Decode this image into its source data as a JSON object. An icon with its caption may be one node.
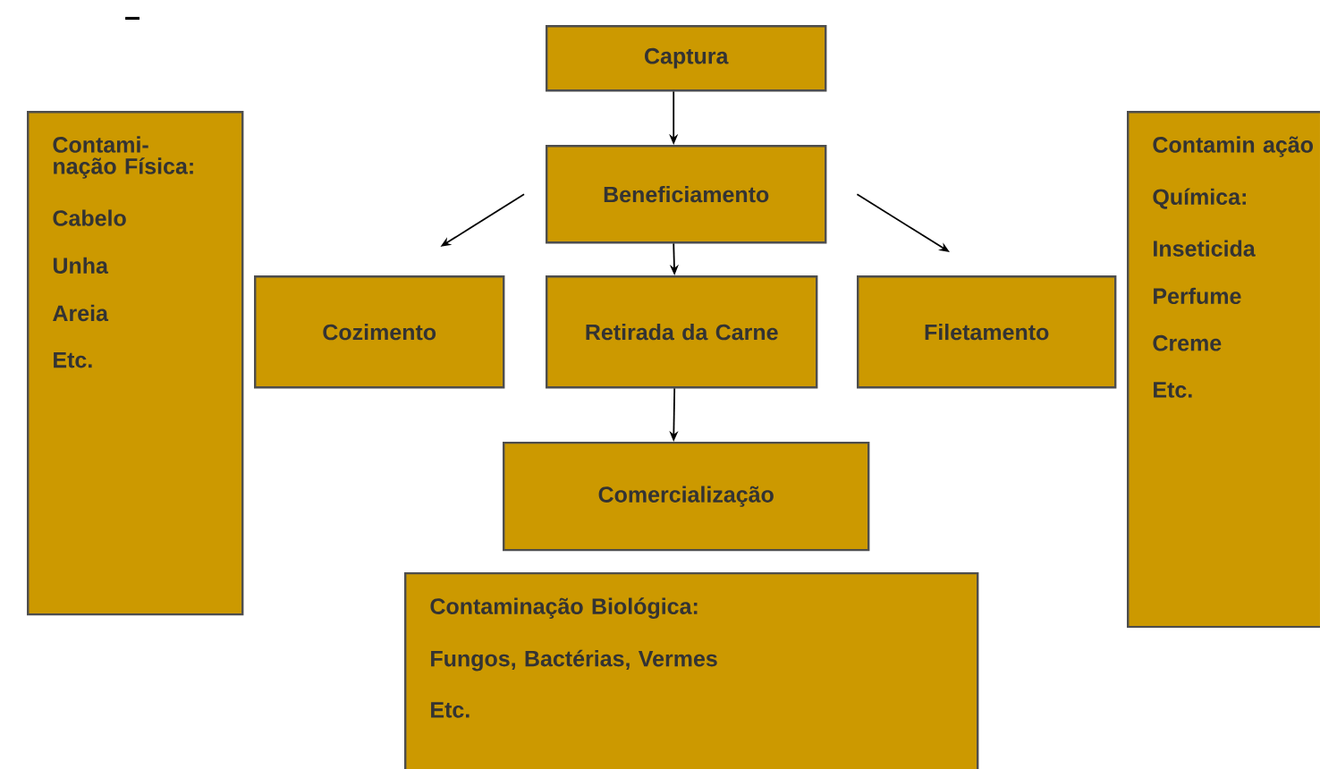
{
  "diagram": {
    "nodes": [
      {
        "text": [
          "Captura"
        ]
      },
      {
        "text": [
          "Beneficiamento"
        ]
      },
      {
        "text": [
          "Cozimento"
        ]
      },
      {
        "text": [
          "Retirada da Carne"
        ]
      },
      {
        "text": [
          "Filetamento"
        ]
      },
      {
        "text": [
          "Comercialização"
        ]
      },
      {
        "text": [
          "Contami- nação Física:",
          "Cabelo",
          "Unha",
          "Areia",
          "Etc."
        ]
      },
      {
        "text": [
          "Contaminação Biológica:",
          "Fungos, Bactérias, Vermes",
          "Etc."
        ]
      },
      {
        "text": [
          "Contamin ação",
          "Química:",
          "Inseticida",
          "Perfume",
          "Creme",
          "Etc."
        ]
      }
    ],
    "edges": [
      {
        "from": 0,
        "to": 1,
        "arrow": "to"
      },
      {
        "from": 1,
        "to": 2,
        "arrow": "to"
      },
      {
        "from": 1,
        "to": 3,
        "arrow": "to"
      },
      {
        "from": 1,
        "to": 4,
        "arrow": "to"
      },
      {
        "from": 3,
        "to": 5,
        "arrow": "to"
      }
    ],
    "labels": [
      "–"
    ]
  }
}
